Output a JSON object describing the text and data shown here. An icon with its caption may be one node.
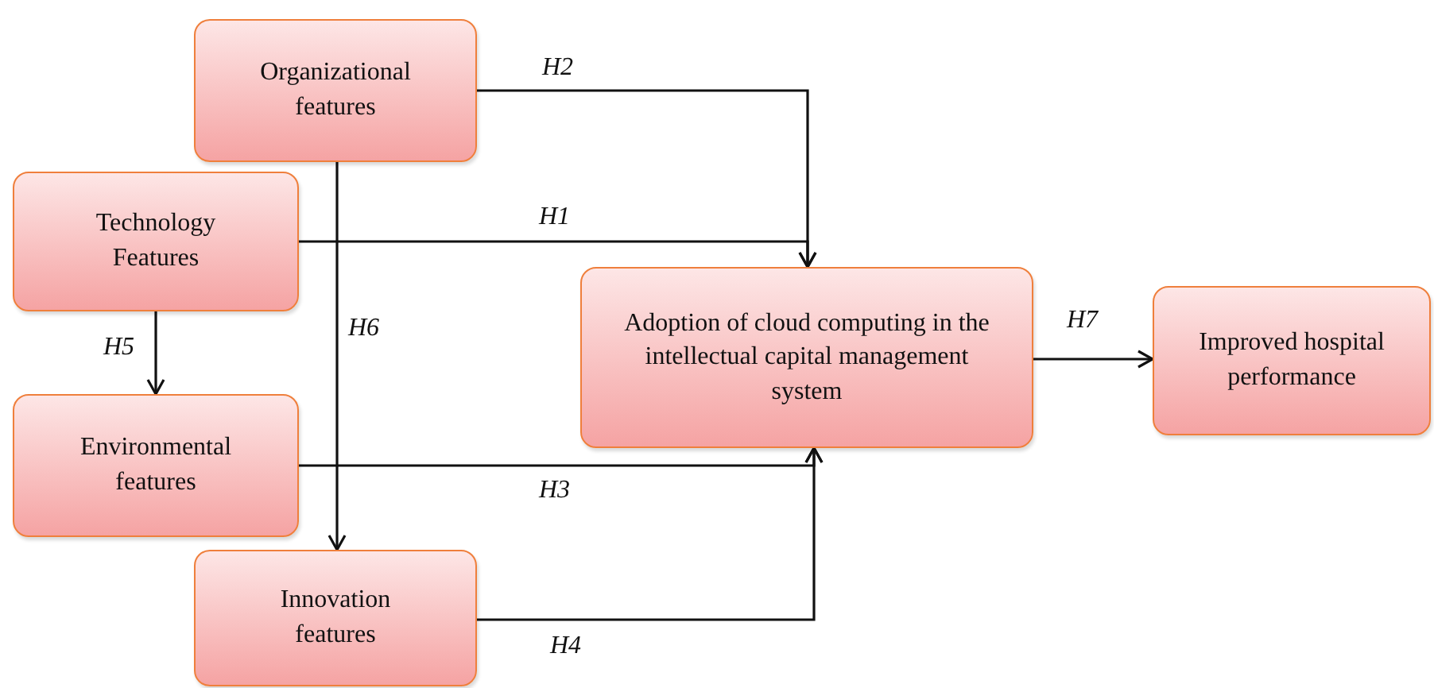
{
  "diagram": {
    "nodes": [
      {
        "text": [
          "Organizational features"
        ]
      },
      {
        "text": [
          "Technology Features"
        ]
      },
      {
        "text": [
          "Environmental features"
        ]
      },
      {
        "text": [
          "Innovation features"
        ]
      },
      {
        "text": [
          "Adoption of cloud computing in the intellectual capital management system"
        ]
      },
      {
        "text": [
          "Improved hospital performance"
        ]
      }
    ],
    "edges": [
      {
        "from": 0,
        "to": 4,
        "arrow": "to",
        "label": "H2"
      },
      {
        "from": 1,
        "to": 4,
        "arrow": "to",
        "label": "H1"
      },
      {
        "from": 1,
        "to": 2,
        "arrow": "to",
        "label": "H5"
      },
      {
        "from": 0,
        "to": 3,
        "arrow": "to",
        "label": "H6"
      },
      {
        "from": 2,
        "to": 4,
        "arrow": "to",
        "label": "H3"
      },
      {
        "from": 3,
        "to": 4,
        "arrow": "to",
        "label": "H4"
      },
      {
        "from": 4,
        "to": 5,
        "arrow": "to",
        "label": "H7"
      }
    ]
  }
}
